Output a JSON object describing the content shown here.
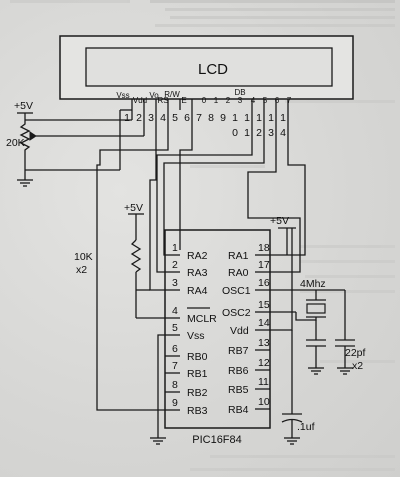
{
  "lcd": {
    "title": "LCD",
    "pin_labels": [
      "Vss",
      "Vdd",
      "Vo",
      "RS",
      "R/W",
      "E",
      "0",
      "1",
      "2",
      "3",
      "4",
      "5",
      "6",
      "7"
    ],
    "db_label": "DB",
    "pin_numbers_row1": [
      "1",
      "2",
      "3",
      "4",
      "5",
      "6",
      "7",
      "8",
      "9",
      "1",
      "1",
      "1",
      "1",
      "1"
    ],
    "pin_numbers_row2": [
      "0",
      "1",
      "2",
      "3",
      "4"
    ]
  },
  "power": {
    "plus5v": "+5V"
  },
  "pot": {
    "value": "20K"
  },
  "resistor": {
    "value": "10K",
    "qty": "x2"
  },
  "crystal": {
    "freq": "4Mhz"
  },
  "caps": {
    "osc_value": "22pf",
    "osc_qty": "x2",
    "decouple": ".1uf"
  },
  "pic": {
    "name": "PIC16F84",
    "left_pins": [
      {
        "num": "1",
        "name": "RA2"
      },
      {
        "num": "2",
        "name": "RA3"
      },
      {
        "num": "3",
        "name": "RA4"
      },
      {
        "num": "4",
        "name": "MCLR"
      },
      {
        "num": "5",
        "name": "Vss"
      },
      {
        "num": "6",
        "name": "RB0"
      },
      {
        "num": "7",
        "name": "RB1"
      },
      {
        "num": "8",
        "name": "RB2"
      },
      {
        "num": "9",
        "name": "RB3"
      }
    ],
    "right_pins": [
      {
        "num": "18",
        "name": "RA1"
      },
      {
        "num": "17",
        "name": "RA0"
      },
      {
        "num": "16",
        "name": "OSC1"
      },
      {
        "num": "15",
        "name": "OSC2"
      },
      {
        "num": "14",
        "name": "Vdd"
      },
      {
        "num": "13",
        "name": "RB7"
      },
      {
        "num": "12",
        "name": "RB6"
      },
      {
        "num": "11",
        "name": "RB5"
      },
      {
        "num": "10",
        "name": "RB4"
      }
    ]
  }
}
